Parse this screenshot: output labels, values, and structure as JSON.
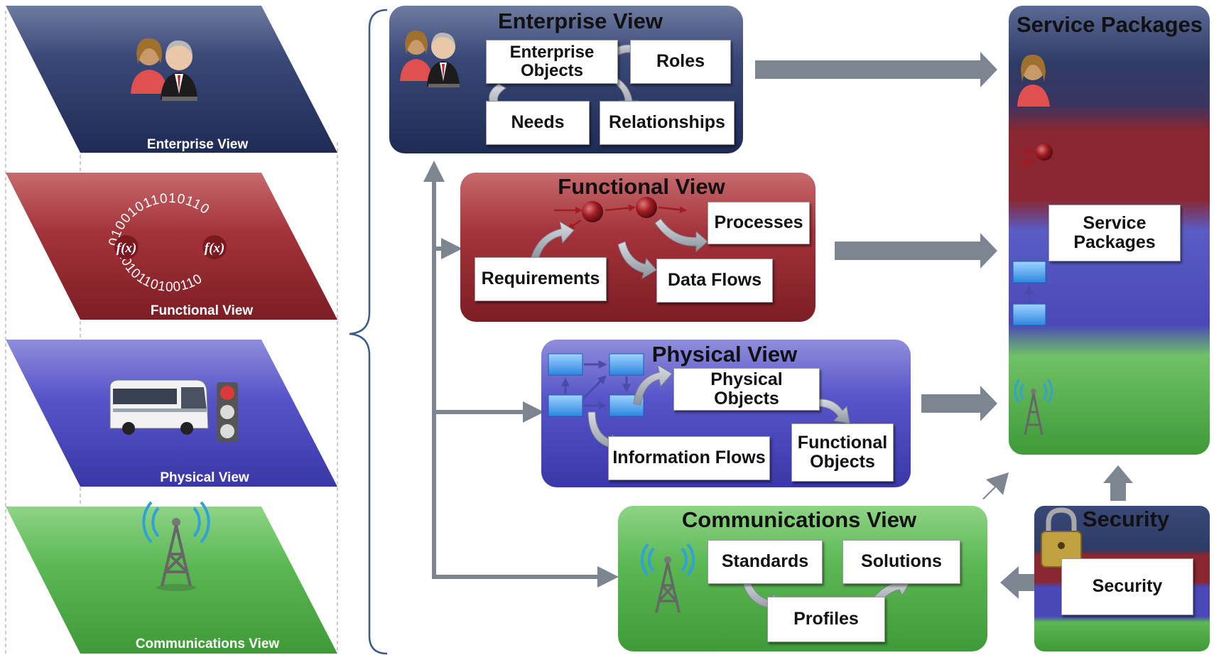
{
  "left_layers": [
    {
      "label": "Enterprise View",
      "color": "#3a4a78"
    },
    {
      "label": "Functional View",
      "color": "#9c2f35"
    },
    {
      "label": "Physical View",
      "color": "#4a48b8"
    },
    {
      "label": "Communications View",
      "color": "#3f9a3a"
    }
  ],
  "functional_ring": {
    "top_bits": "01001011010110",
    "bottom_bits": "-1010110100110",
    "func_label": "f(x)"
  },
  "enterprise_view": {
    "title": "Enterprise View",
    "boxes": {
      "enterprise_objects": "Enterprise Objects",
      "roles": "Roles",
      "needs": "Needs",
      "relationships": "Relationships"
    }
  },
  "functional_view": {
    "title": "Functional View",
    "boxes": {
      "processes": "Processes",
      "requirements": "Requirements",
      "data_flows": "Data Flows"
    }
  },
  "physical_view": {
    "title": "Physical View",
    "boxes": {
      "physical_objects": "Physical Objects",
      "information_flows": "Information Flows",
      "functional_objects": "Functional Objects"
    }
  },
  "communications_view": {
    "title": "Communications View",
    "boxes": {
      "standards": "Standards",
      "solutions": "Solutions",
      "profiles": "Profiles"
    }
  },
  "service_packages": {
    "title": "Service Packages",
    "box": "Service Packages"
  },
  "security": {
    "title": "Security",
    "box": "Security"
  },
  "colors": {
    "enterprise": "#2e3d6e",
    "functional": "#a83238",
    "physical": "#4b49c2",
    "communications": "#4fae48",
    "arrow": "#7d8690"
  }
}
